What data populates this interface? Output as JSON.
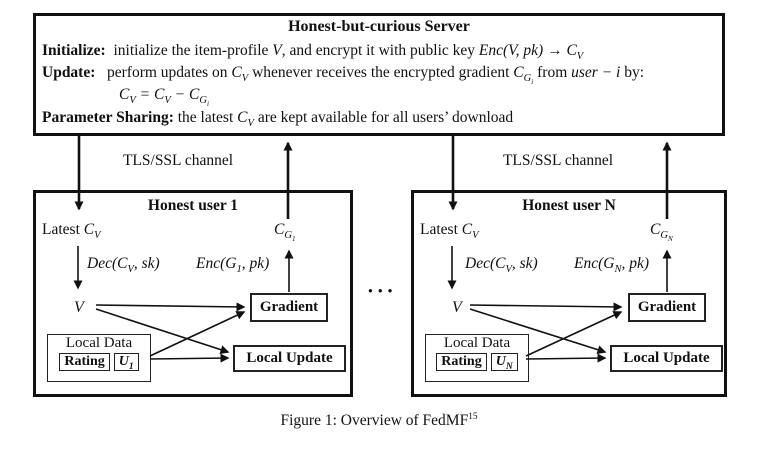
{
  "server": {
    "title": "Honest-but-curious Server",
    "lines": [
      {
        "segments": [
          {
            "t": "Initialize:",
            "s": "b"
          },
          {
            "t": "  initialize the item-profile ",
            "s": "r"
          },
          {
            "t": "V",
            "s": "m"
          },
          {
            "t": ", and encrypt it with public key ",
            "s": "r"
          },
          {
            "t": "Enc(V, pk) → C_V",
            "s": "m"
          }
        ]
      },
      {
        "segments": [
          {
            "t": "Update:",
            "s": "b"
          },
          {
            "t": "   perform updates on ",
            "s": "r"
          },
          {
            "t": "C_V",
            "s": "m"
          },
          {
            "t": " whenever receives the encrypted gradient ",
            "s": "r"
          },
          {
            "t": "C_{G_i}",
            "s": "m"
          },
          {
            "t": " from ",
            "s": "r"
          },
          {
            "t": "user − i",
            "s": "m"
          },
          {
            "t": " by:",
            "s": "r"
          }
        ]
      },
      {
        "segments": [
          {
            "t": "C_V = C_V − C_{G_i}",
            "s": "m"
          }
        ]
      },
      {
        "segments": [
          {
            "t": "Parameter Sharing:",
            "s": "b"
          },
          {
            "t": " the latest ",
            "s": "r"
          },
          {
            "t": "C_V",
            "s": "m"
          },
          {
            "t": " are kept available for all users’ download",
            "s": "r"
          }
        ]
      }
    ]
  },
  "channels": {
    "left_label": "TLS/SSL channel",
    "right_label": "TLS/SSL channel"
  },
  "users": [
    {
      "title": "Honest user 1",
      "latest_prefix": "Latest ",
      "latest_math": "C_V",
      "dec_label": "Dec(C_V, sk)",
      "v_label": "V",
      "cg_label": "C_{G_1}",
      "enc_label": "Enc(G_1, pk)",
      "gradient_label": "Gradient",
      "local_update_label": "Local Update",
      "local_data_label": "Local Data",
      "rating_label": "Rating",
      "u_label": "U_1"
    },
    {
      "title": "Honest user N",
      "latest_prefix": "Latest ",
      "latest_math": "C_V",
      "dec_label": "Dec(C_V, sk)",
      "v_label": "V",
      "cg_label": "C_{G_N}",
      "enc_label": "Enc(G_N, pk)",
      "gradient_label": "Gradient",
      "local_update_label": "Local Update",
      "local_data_label": "Local Data",
      "rating_label": "Rating",
      "u_label": "U_N"
    }
  ],
  "dots": "●●●",
  "figure": {
    "caption": "Figure 1: Overview of FedMF",
    "caption_sup": "15"
  },
  "colors": {
    "ink": "#111111",
    "background": "#ffffff"
  }
}
